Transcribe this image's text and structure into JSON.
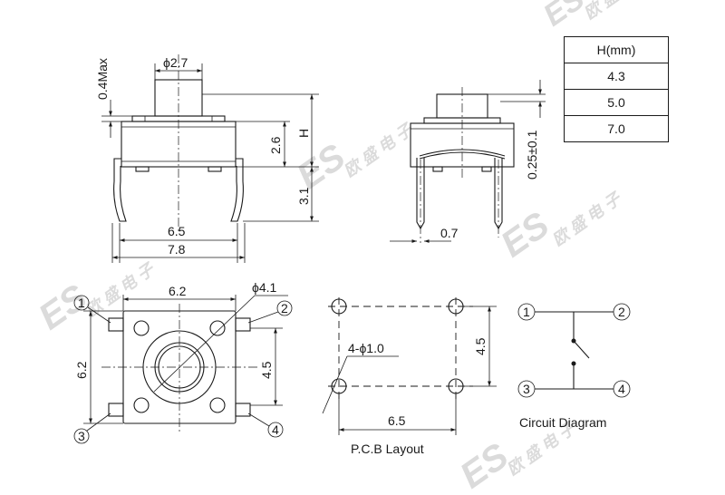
{
  "table": {
    "header": "H(mm)",
    "rows": [
      "4.3",
      "5.0",
      "7.0"
    ]
  },
  "front_view": {
    "stem_diameter": "ϕ2.7",
    "stem_max": "0.4Max",
    "height_symbol": "H",
    "body_height": "2.6",
    "lead_length": "3.1",
    "pin_pitch": "6.5",
    "overall_width": "7.8"
  },
  "side_view": {
    "tolerance": "0.25±0.1",
    "pin_thickness": "0.7"
  },
  "bottom_view": {
    "width": "6.2",
    "height": "6.2",
    "button_diameter": "ϕ4.1",
    "pin_spacing": "4.5",
    "pins": [
      "1",
      "2",
      "3",
      "4"
    ]
  },
  "pcb_layout": {
    "hole_spec": "4-ϕ1.0",
    "pitch_vertical": "4.5",
    "pitch_horizontal": "6.5",
    "caption": "P.C.B Layout"
  },
  "circuit": {
    "caption": "Circuit Diagram",
    "terminals": [
      "1",
      "2",
      "3",
      "4"
    ]
  },
  "watermark": {
    "logo": "ES",
    "chinese": "欧盛电子"
  }
}
